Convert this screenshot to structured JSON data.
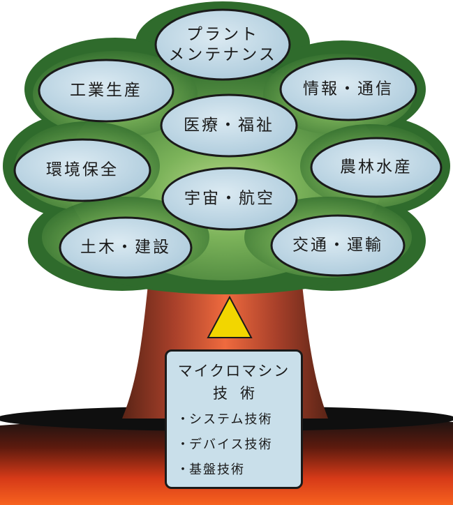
{
  "leaves": [
    {
      "id": "plant-maintenance",
      "lines": [
        "プラント",
        "メンテナンス"
      ]
    },
    {
      "id": "industrial-production",
      "lines": [
        "工業生産"
      ]
    },
    {
      "id": "information-communication",
      "lines": [
        "情報・通信"
      ]
    },
    {
      "id": "medical-welfare",
      "lines": [
        "医療・福祉"
      ]
    },
    {
      "id": "environmental-conservation",
      "lines": [
        "環境保全"
      ]
    },
    {
      "id": "agriculture-forestry-fishery",
      "lines": [
        "農林水産"
      ]
    },
    {
      "id": "aerospace",
      "lines": [
        "宇宙・航空"
      ]
    },
    {
      "id": "civil-engineering-construction",
      "lines": [
        "土木・建設"
      ]
    },
    {
      "id": "transportation",
      "lines": [
        "交通・運輸"
      ]
    }
  ],
  "technology_box": {
    "title": "マイクロマシン",
    "subtitle": "技術",
    "items": [
      "システム技術",
      "デバイス技術",
      "基盤技術"
    ],
    "bullet": "・"
  },
  "colors": {
    "canopy_dark": "#2f6b2c",
    "canopy_light": "#7cb35a",
    "leaf_fill": "#b7d3e3",
    "trunk_dark": "#6e2b1c",
    "trunk_light": "#e8603a",
    "ground_top": "#151515",
    "ground_bottom": "#f25a1e",
    "arrow": "#f2d600"
  }
}
